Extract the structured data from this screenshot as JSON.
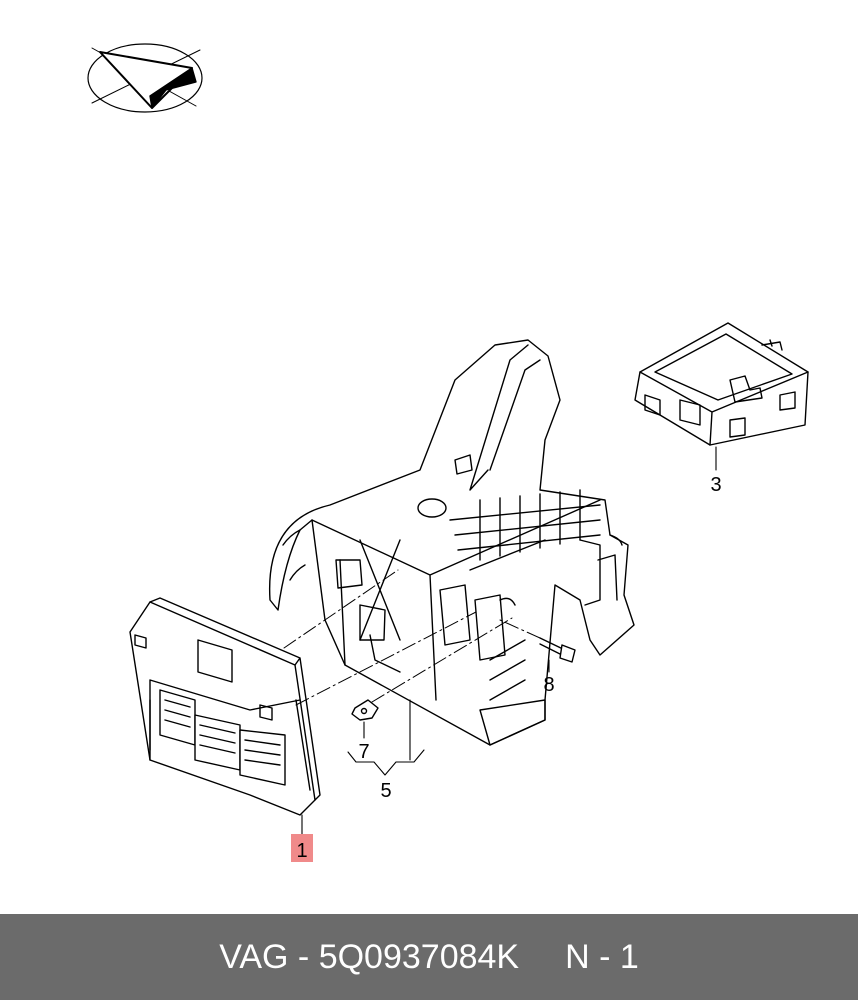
{
  "diagram": {
    "callouts": [
      {
        "id": "1",
        "label": "1",
        "highlighted": true
      },
      {
        "id": "3",
        "label": "3",
        "highlighted": false
      },
      {
        "id": "5",
        "label": "5",
        "highlighted": false
      },
      {
        "id": "7",
        "label": "7",
        "highlighted": false
      },
      {
        "id": "8",
        "label": "8",
        "highlighted": false
      }
    ],
    "highlight_color": "#f08a8a",
    "line_color": "#000000",
    "logo_icon": "paper-plane-logo-icon"
  },
  "footer": {
    "brand": "VAG",
    "separator": "-",
    "part_number": "5Q0937084K",
    "position": "N - 1",
    "background_color": "#6b6b6b"
  }
}
